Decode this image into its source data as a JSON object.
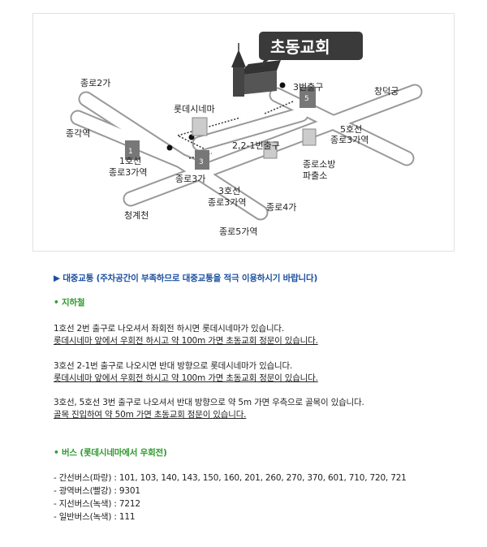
{
  "map": {
    "church_name": "초동교회",
    "labels": {
      "jongno2ga": "종로2가",
      "jonggak": "종각역",
      "lotte": "롯데시네마",
      "exit3": "3번출구",
      "changdeok": "창덕궁",
      "line5a": "5호선",
      "line5b": "종로3가역",
      "exit2": "2,2-1번출구",
      "line1a": "1호선",
      "line1b": "종로3가역",
      "jongno3ga": "종로3가",
      "line3a": "3호선",
      "line3b": "종로3가역",
      "fire1": "종로소방",
      "fire2": "파출소",
      "jongno4ga": "종로4가",
      "cheonggye": "청계천",
      "jongno5ga": "종로5가역"
    },
    "station_numbers": [
      "1",
      "3",
      "5"
    ]
  },
  "transit": {
    "heading": "▶ 대중교통 (주차공간이 부족하므로 대중교통을 적극 이용하시기 바랍니다)",
    "subway_title": "• 지하철",
    "subway": [
      {
        "line1": "1호선 2번 출구로 나오셔서 좌회전 하시면 롯데시네마가 있습니다.",
        "line2": "롯데시네마 앞에서 우회전 하시고 약 100m 가면 초동교회 정문이 있습니다."
      },
      {
        "line1": "3호선 2-1번 출구로 나오시면 반대 방향으로 롯데시네마가 있습니다.",
        "line2": "롯데시네마 앞에서 우회전 하시고 약 100m 가면 초동교회 정문이 있습니다."
      },
      {
        "line1": "3호선, 5호선 3번 출구로 나오셔서 반대 방향으로 약 5m 가면 우측으로 골목이 있습니다.",
        "line2": "골목 진입하여 약 50m 가면 초동교회 정문이 있습니다."
      }
    ],
    "bus_title": "• 버스 (롯데시네마에서 우회전)",
    "bus": [
      "- 간선버스(파랑) : 101, 103, 140, 143, 150, 160, 201, 260, 270, 370, 601, 710, 720, 721",
      "- 광역버스(빨강) : 9301",
      "- 지선버스(녹색) : 7212",
      "- 일반버스(녹색) : 111"
    ]
  },
  "colors": {
    "heading": "#1a4fa0",
    "subheading": "#2e9a2e"
  }
}
